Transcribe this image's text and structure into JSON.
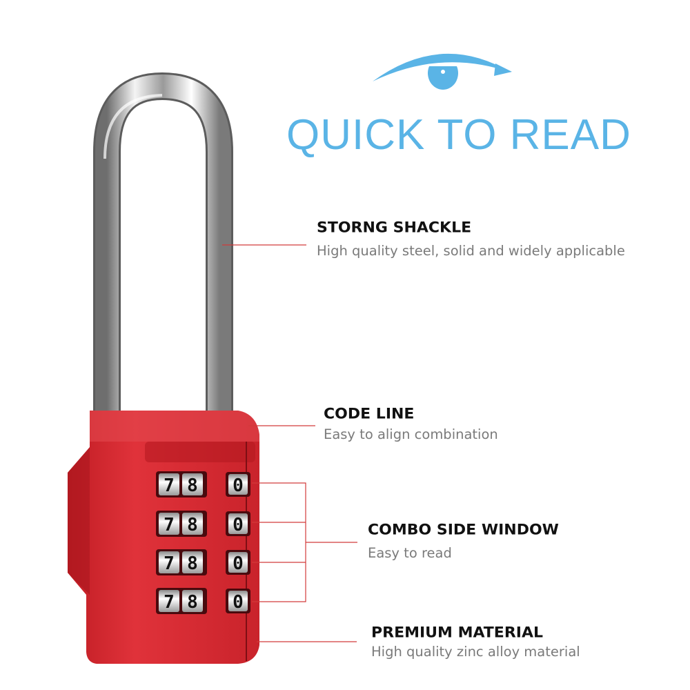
{
  "headline": "QUICK TO READ",
  "features": [
    {
      "title": "STORNG SHACKLE",
      "desc": "High quality steel, solid and widely applicable"
    },
    {
      "title": "CODE LINE",
      "desc": "Easy to align combination"
    },
    {
      "title": "COMBO SIDE WINDOW",
      "desc": "Easy to read"
    },
    {
      "title": "PREMIUM MATERIAL",
      "desc": "High quality zinc alloy material"
    }
  ],
  "dials": [
    {
      "left": [
        "7",
        "8"
      ],
      "right": "0"
    },
    {
      "left": [
        "7",
        "8"
      ],
      "right": "0"
    },
    {
      "left": [
        "7",
        "8"
      ],
      "right": "0"
    },
    {
      "left": [
        "7",
        "8"
      ],
      "right": "0"
    }
  ],
  "colors": {
    "accent": "#5ab4e6",
    "lock_body": "#d8262e",
    "leader_line": "#d23a3a"
  },
  "icons": [
    "eye-icon"
  ]
}
